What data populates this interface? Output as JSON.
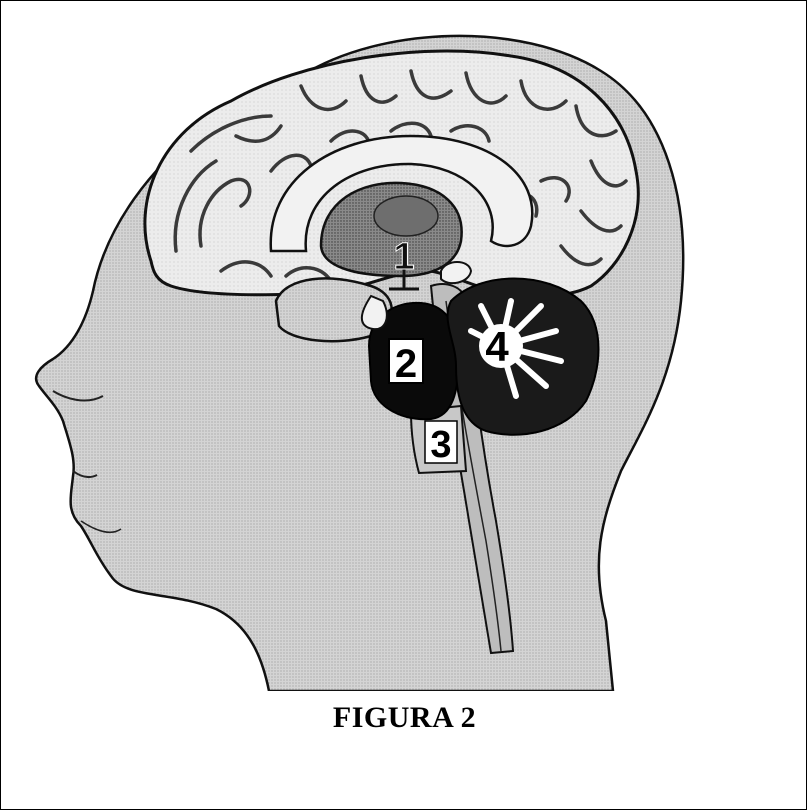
{
  "caption": "FIGURA 2",
  "labels": {
    "l1": "1",
    "l2": "2",
    "l3": "3",
    "l4": "4"
  },
  "colors": {
    "skin": "#cfcfcf",
    "outline": "#111111",
    "brain_light": "#e4e4e4",
    "fold_dark": "#555555",
    "region_dark": "#0a0a0a",
    "cerebellum": "#1a1a1a",
    "stem": "#bdbdbd"
  }
}
